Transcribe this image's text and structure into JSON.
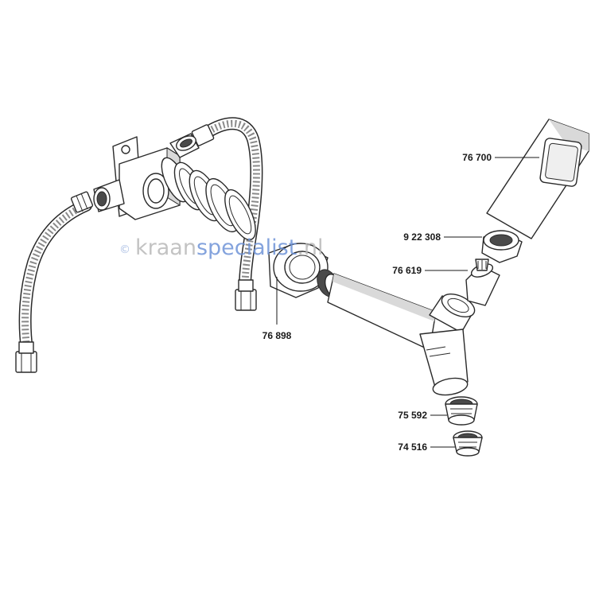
{
  "diagram": {
    "labels": [
      {
        "id": "lbl-76700",
        "text": "76 700"
      },
      {
        "id": "lbl-922308",
        "text": "9 22 308"
      },
      {
        "id": "lbl-76619",
        "text": "76 619"
      },
      {
        "id": "lbl-76898",
        "text": "76 898"
      },
      {
        "id": "lbl-75592",
        "text": "75 592"
      },
      {
        "id": "lbl-74516",
        "text": "74 516"
      }
    ]
  },
  "watermark": {
    "copyright_symbol": "©",
    "text_before": "kraan",
    "text_accent": "specialist",
    "text_after": ".nl"
  }
}
